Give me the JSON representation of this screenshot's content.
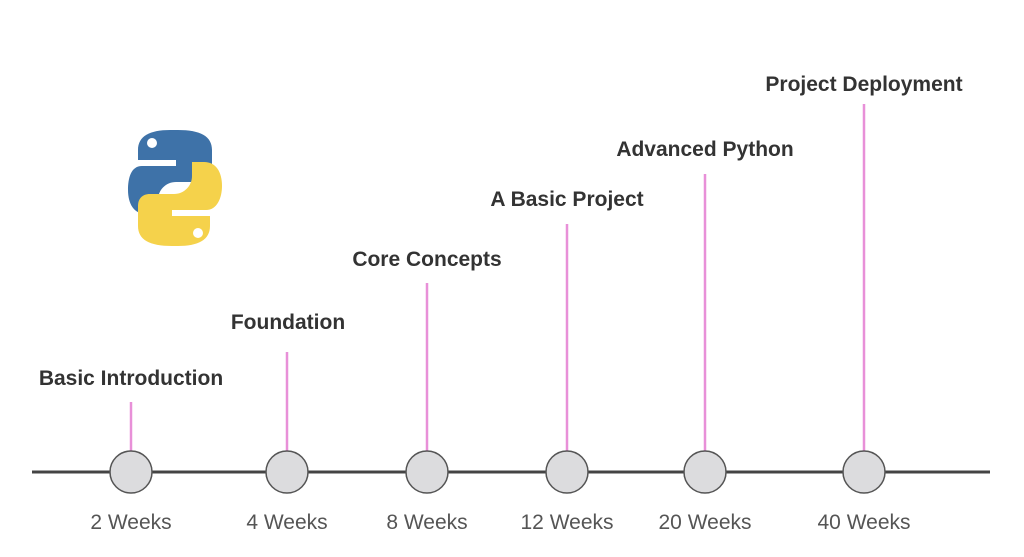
{
  "logo": {
    "name": "python-logo",
    "colors": {
      "blue": "#3E72A8",
      "yellow": "#F5D24B"
    }
  },
  "timeline": {
    "line_color": "#444444",
    "stem_color": "#E890D8",
    "node_fill": "#DCDCDE",
    "milestones": [
      {
        "title": "Basic Introduction",
        "duration": "2 Weeks"
      },
      {
        "title": "Foundation",
        "duration": "4 Weeks"
      },
      {
        "title": "Core Concepts",
        "duration": "8 Weeks"
      },
      {
        "title": "A Basic Project",
        "duration": "12 Weeks"
      },
      {
        "title": "Advanced Python",
        "duration": "20 Weeks"
      },
      {
        "title": "Project Deployment",
        "duration": "40 Weeks"
      }
    ]
  }
}
